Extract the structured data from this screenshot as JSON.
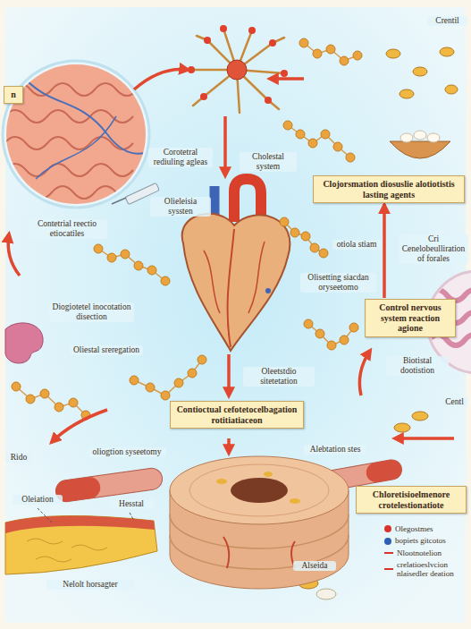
{
  "diagram": {
    "nodes": [
      {
        "text": [
          "n"
        ]
      },
      {
        "text": [
          "Clojorsmation diosuslie alotiotistis lasting agents"
        ]
      },
      {
        "text": [
          "Control nervous system reaction agione"
        ]
      },
      {
        "text": [
          "Contioctual cefotetocelbagation rotitiatiaceon"
        ]
      },
      {
        "text": [
          "Chloretisioelmenore crotelestionatiote"
        ]
      }
    ],
    "edges": [
      {
        "from": 2,
        "to": 1,
        "arrow": "to"
      }
    ],
    "labels": [
      "Crentil",
      "Corotetral rediuling agleas",
      "Cholestal system",
      "Olieleisia syssten",
      "Contetrial reectio etiocatiles",
      "otiola stiam",
      "Cri Cenelobeulliration of forales",
      "Olisetting siacdan oryseetomo",
      "Diogiotetel inocotation disection",
      "Oliestal sreregation",
      "Biotistal dootistion",
      "Oleetstdio sitetetation",
      "Centl",
      "Rido",
      "oliogtion syseetomy",
      "Alebtation stes",
      "Oleiation",
      "Hesstal",
      "Alseida",
      "Nelolt horsagter"
    ],
    "legend": [
      {
        "text": "Olegostmes",
        "color": "#d9342b"
      },
      {
        "text": "bopiets gitcotos",
        "color": "#2f5fb3"
      },
      {
        "text": "Nlootnotelion"
      },
      {
        "text": "crelatioeslvcion nlaisedler deation"
      }
    ]
  }
}
